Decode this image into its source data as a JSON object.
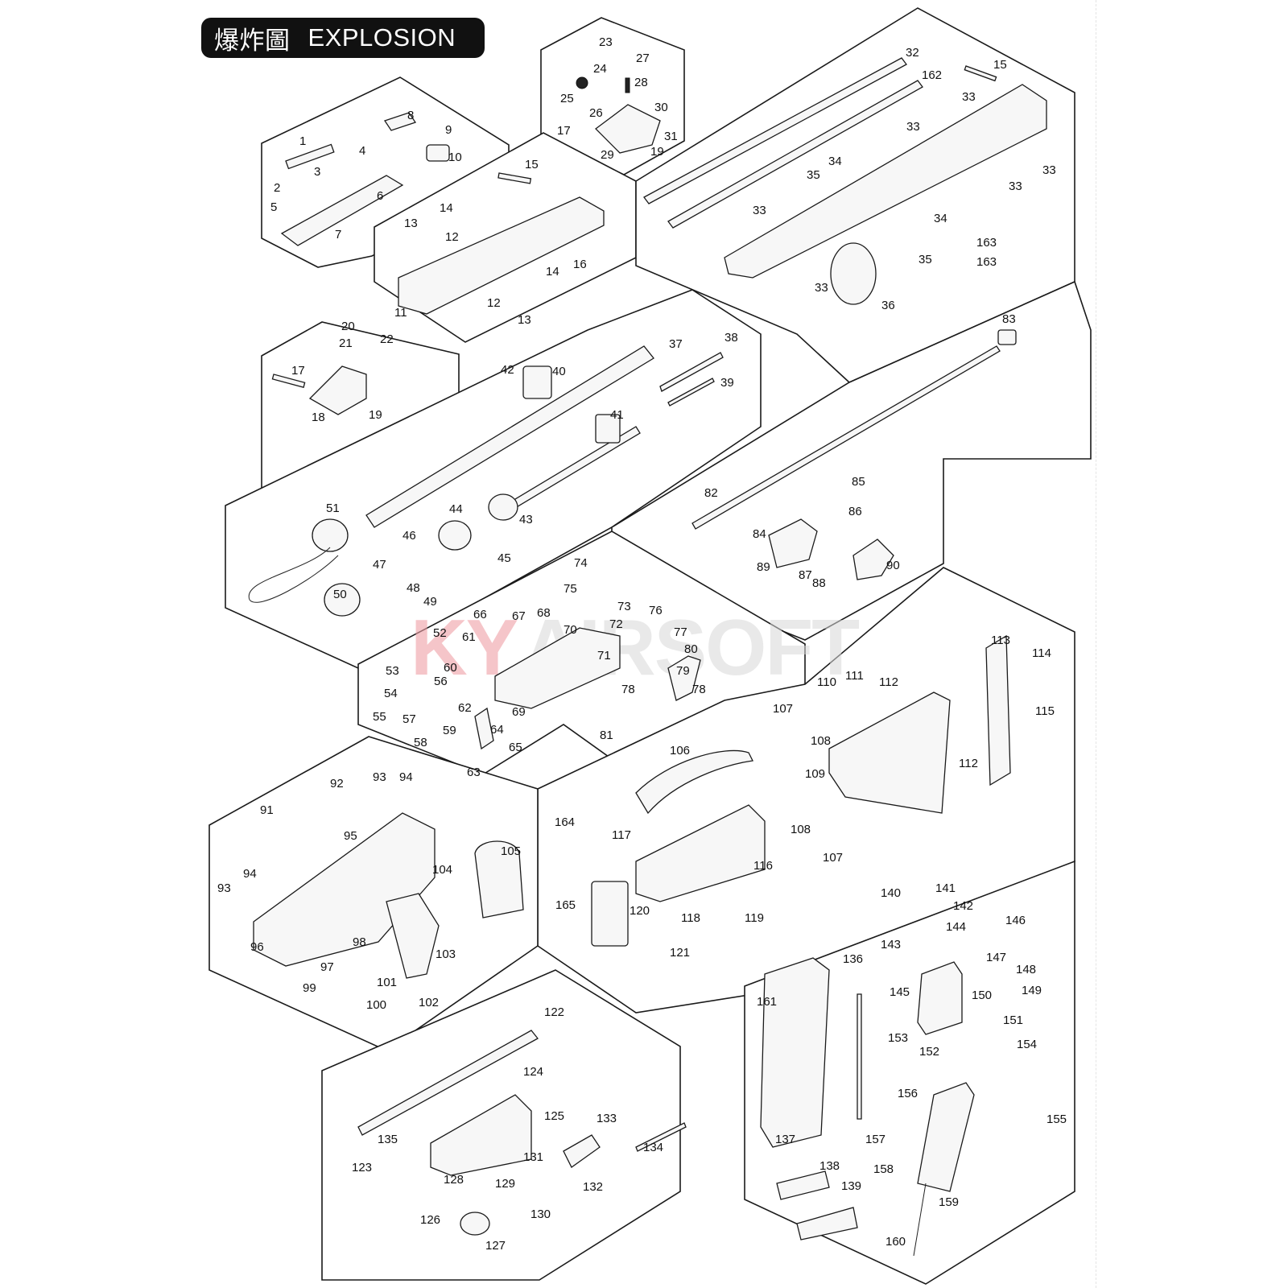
{
  "title": {
    "chinese": "爆炸圖",
    "english": "EXPLOSION"
  },
  "watermark": {
    "k_part": "KY",
    "rest": "AIRSOFT",
    "brand_color": "#e8505b"
  },
  "labels": [
    {
      "id": "1",
      "t": "1"
    },
    {
      "id": "2",
      "t": "2"
    },
    {
      "id": "3",
      "t": "3"
    },
    {
      "id": "4",
      "t": "4"
    },
    {
      "id": "5",
      "t": "5"
    },
    {
      "id": "6",
      "t": "6"
    },
    {
      "id": "7",
      "t": "7"
    },
    {
      "id": "8",
      "t": "8"
    },
    {
      "id": "9",
      "t": "9"
    },
    {
      "id": "10",
      "t": "10"
    },
    {
      "id": "11",
      "t": "11"
    },
    {
      "id": "12a",
      "t": "12"
    },
    {
      "id": "12b",
      "t": "12"
    },
    {
      "id": "13a",
      "t": "13"
    },
    {
      "id": "13b",
      "t": "13"
    },
    {
      "id": "14a",
      "t": "14"
    },
    {
      "id": "14b",
      "t": "14"
    },
    {
      "id": "15a",
      "t": "15"
    },
    {
      "id": "15b",
      "t": "15"
    },
    {
      "id": "16",
      "t": "16"
    },
    {
      "id": "17a",
      "t": "17"
    },
    {
      "id": "17b",
      "t": "17"
    },
    {
      "id": "18",
      "t": "18"
    },
    {
      "id": "19a",
      "t": "19"
    },
    {
      "id": "19b",
      "t": "19"
    },
    {
      "id": "20",
      "t": "20"
    },
    {
      "id": "21",
      "t": "21"
    },
    {
      "id": "22",
      "t": "22"
    },
    {
      "id": "23",
      "t": "23"
    },
    {
      "id": "24",
      "t": "24"
    },
    {
      "id": "25",
      "t": "25"
    },
    {
      "id": "26",
      "t": "26"
    },
    {
      "id": "27",
      "t": "27"
    },
    {
      "id": "28",
      "t": "28"
    },
    {
      "id": "29",
      "t": "29"
    },
    {
      "id": "30",
      "t": "30"
    },
    {
      "id": "31",
      "t": "31"
    },
    {
      "id": "32",
      "t": "32"
    },
    {
      "id": "33a",
      "t": "33"
    },
    {
      "id": "33b",
      "t": "33"
    },
    {
      "id": "33c",
      "t": "33"
    },
    {
      "id": "33d",
      "t": "33"
    },
    {
      "id": "33e",
      "t": "33"
    },
    {
      "id": "33f",
      "t": "33"
    },
    {
      "id": "34a",
      "t": "34"
    },
    {
      "id": "34b",
      "t": "34"
    },
    {
      "id": "35a",
      "t": "35"
    },
    {
      "id": "35b",
      "t": "35"
    },
    {
      "id": "36",
      "t": "36"
    },
    {
      "id": "37",
      "t": "37"
    },
    {
      "id": "38",
      "t": "38"
    },
    {
      "id": "39",
      "t": "39"
    },
    {
      "id": "40",
      "t": "40"
    },
    {
      "id": "41",
      "t": "41"
    },
    {
      "id": "42",
      "t": "42"
    },
    {
      "id": "43",
      "t": "43"
    },
    {
      "id": "44",
      "t": "44"
    },
    {
      "id": "45",
      "t": "45"
    },
    {
      "id": "46",
      "t": "46"
    },
    {
      "id": "47",
      "t": "47"
    },
    {
      "id": "48",
      "t": "48"
    },
    {
      "id": "49",
      "t": "49"
    },
    {
      "id": "50",
      "t": "50"
    },
    {
      "id": "51",
      "t": "51"
    },
    {
      "id": "52",
      "t": "52"
    },
    {
      "id": "53",
      "t": "53"
    },
    {
      "id": "54",
      "t": "54"
    },
    {
      "id": "55",
      "t": "55"
    },
    {
      "id": "56",
      "t": "56"
    },
    {
      "id": "57",
      "t": "57"
    },
    {
      "id": "58",
      "t": "58"
    },
    {
      "id": "59",
      "t": "59"
    },
    {
      "id": "60",
      "t": "60"
    },
    {
      "id": "61",
      "t": "61"
    },
    {
      "id": "62",
      "t": "62"
    },
    {
      "id": "63",
      "t": "63"
    },
    {
      "id": "64",
      "t": "64"
    },
    {
      "id": "65",
      "t": "65"
    },
    {
      "id": "66",
      "t": "66"
    },
    {
      "id": "67",
      "t": "67"
    },
    {
      "id": "68",
      "t": "68"
    },
    {
      "id": "69",
      "t": "69"
    },
    {
      "id": "70",
      "t": "70"
    },
    {
      "id": "71",
      "t": "71"
    },
    {
      "id": "72",
      "t": "72"
    },
    {
      "id": "73",
      "t": "73"
    },
    {
      "id": "74",
      "t": "74"
    },
    {
      "id": "75",
      "t": "75"
    },
    {
      "id": "76",
      "t": "76"
    },
    {
      "id": "77",
      "t": "77"
    },
    {
      "id": "78a",
      "t": "78"
    },
    {
      "id": "78b",
      "t": "78"
    },
    {
      "id": "79",
      "t": "79"
    },
    {
      "id": "80",
      "t": "80"
    },
    {
      "id": "81",
      "t": "81"
    },
    {
      "id": "82",
      "t": "82"
    },
    {
      "id": "83",
      "t": "83"
    },
    {
      "id": "84",
      "t": "84"
    },
    {
      "id": "85",
      "t": "85"
    },
    {
      "id": "86",
      "t": "86"
    },
    {
      "id": "87",
      "t": "87"
    },
    {
      "id": "88",
      "t": "88"
    },
    {
      "id": "89",
      "t": "89"
    },
    {
      "id": "90",
      "t": "90"
    },
    {
      "id": "91",
      "t": "91"
    },
    {
      "id": "92",
      "t": "92"
    },
    {
      "id": "93a",
      "t": "93"
    },
    {
      "id": "93b",
      "t": "93"
    },
    {
      "id": "94a",
      "t": "94"
    },
    {
      "id": "94b",
      "t": "94"
    },
    {
      "id": "95",
      "t": "95"
    },
    {
      "id": "96",
      "t": "96"
    },
    {
      "id": "97",
      "t": "97"
    },
    {
      "id": "98",
      "t": "98"
    },
    {
      "id": "99",
      "t": "99"
    },
    {
      "id": "100",
      "t": "100"
    },
    {
      "id": "101",
      "t": "101"
    },
    {
      "id": "102",
      "t": "102"
    },
    {
      "id": "103",
      "t": "103"
    },
    {
      "id": "104",
      "t": "104"
    },
    {
      "id": "105",
      "t": "105"
    },
    {
      "id": "106",
      "t": "106"
    },
    {
      "id": "107a",
      "t": "107"
    },
    {
      "id": "107b",
      "t": "107"
    },
    {
      "id": "108a",
      "t": "108"
    },
    {
      "id": "108b",
      "t": "108"
    },
    {
      "id": "109",
      "t": "109"
    },
    {
      "id": "110",
      "t": "110"
    },
    {
      "id": "111",
      "t": "111"
    },
    {
      "id": "112a",
      "t": "112"
    },
    {
      "id": "112b",
      "t": "112"
    },
    {
      "id": "113",
      "t": "113"
    },
    {
      "id": "114",
      "t": "114"
    },
    {
      "id": "115",
      "t": "115"
    },
    {
      "id": "116",
      "t": "116"
    },
    {
      "id": "117",
      "t": "117"
    },
    {
      "id": "118",
      "t": "118"
    },
    {
      "id": "119",
      "t": "119"
    },
    {
      "id": "120",
      "t": "120"
    },
    {
      "id": "121",
      "t": "121"
    },
    {
      "id": "122",
      "t": "122"
    },
    {
      "id": "123",
      "t": "123"
    },
    {
      "id": "124",
      "t": "124"
    },
    {
      "id": "125",
      "t": "125"
    },
    {
      "id": "126",
      "t": "126"
    },
    {
      "id": "127",
      "t": "127"
    },
    {
      "id": "128",
      "t": "128"
    },
    {
      "id": "129",
      "t": "129"
    },
    {
      "id": "130",
      "t": "130"
    },
    {
      "id": "131",
      "t": "131"
    },
    {
      "id": "132",
      "t": "132"
    },
    {
      "id": "133",
      "t": "133"
    },
    {
      "id": "134",
      "t": "134"
    },
    {
      "id": "135",
      "t": "135"
    },
    {
      "id": "136",
      "t": "136"
    },
    {
      "id": "137",
      "t": "137"
    },
    {
      "id": "138",
      "t": "138"
    },
    {
      "id": "139",
      "t": "139"
    },
    {
      "id": "140",
      "t": "140"
    },
    {
      "id": "141",
      "t": "141"
    },
    {
      "id": "142",
      "t": "142"
    },
    {
      "id": "143",
      "t": "143"
    },
    {
      "id": "144",
      "t": "144"
    },
    {
      "id": "145",
      "t": "145"
    },
    {
      "id": "146",
      "t": "146"
    },
    {
      "id": "147",
      "t": "147"
    },
    {
      "id": "148",
      "t": "148"
    },
    {
      "id": "149",
      "t": "149"
    },
    {
      "id": "150",
      "t": "150"
    },
    {
      "id": "151",
      "t": "151"
    },
    {
      "id": "152",
      "t": "152"
    },
    {
      "id": "153",
      "t": "153"
    },
    {
      "id": "154",
      "t": "154"
    },
    {
      "id": "155",
      "t": "155"
    },
    {
      "id": "156",
      "t": "156"
    },
    {
      "id": "157",
      "t": "157"
    },
    {
      "id": "158",
      "t": "158"
    },
    {
      "id": "159",
      "t": "159"
    },
    {
      "id": "160",
      "t": "160"
    },
    {
      "id": "161",
      "t": "161"
    },
    {
      "id": "162",
      "t": "162"
    },
    {
      "id": "163a",
      "t": "163"
    },
    {
      "id": "163b",
      "t": "163"
    },
    {
      "id": "164",
      "t": "164"
    },
    {
      "id": "165",
      "t": "165"
    }
  ]
}
